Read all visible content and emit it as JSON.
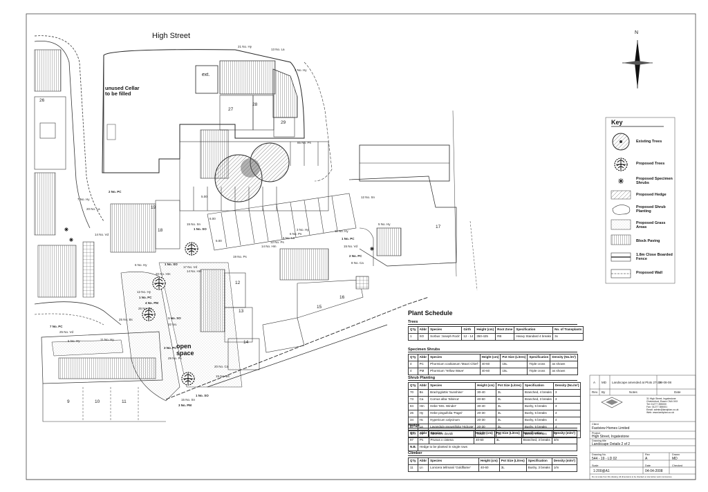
{
  "street": "High Street",
  "north_label": "N",
  "site": {
    "cellar_note": "unused Cellar\nto be filled",
    "ext": "ext.",
    "open_space": "open\nspace",
    "plots": [
      "26",
      "27",
      "28",
      "29",
      "19",
      "18",
      "17",
      "12",
      "13",
      "14",
      "15",
      "16",
      "9",
      "10",
      "11"
    ],
    "dims": [
      "5.00",
      "6.00",
      "5.00"
    ]
  },
  "annotations": {
    "a1": "21 No. Hy",
    "a2": "13 No. La",
    "a3": "3 No. Hy",
    "a4": "85 No. Ps",
    "a5": "2 No. PC",
    "a6": "7 No. Hy",
    "a7": "20 No. La",
    "a8": "14 No. Vd",
    "a9": "15 No. Sn",
    "a10": "1 No. SO",
    "a11": "17 No. Vd",
    "a12": "14 No. Hm",
    "a13": "3 No. Hy",
    "a14": "6 No. Ps",
    "a15": "6 No. La",
    "a16": "12 No. Ps",
    "a17": "14 No. Hm",
    "a18": "19 No. Ps",
    "a19": "1 No. SO",
    "a20": "6 No. Hy",
    "a21": "12 No. Sn",
    "a22": "5 No. Hy",
    "a23": "11 No. Hy",
    "a24": "1 No. PC",
    "a25": "15 No. Vd",
    "a26": "2 No. PC",
    "a27": "8 No. Ca",
    "a28": "1 No. SO",
    "a29": "20 No. Hm",
    "a30": "12 No. Hy",
    "a31": "1 No. PC",
    "a32": "4 No. PM",
    "a33": "25 No. Bs",
    "a34": "1 No. SO",
    "a35": "32 No.",
    "a36": "25 No. Bs",
    "a37": "7 No. PC",
    "a38": "25 No. Vd",
    "a39": "11 No. Hy",
    "a40": "5 No. Hy",
    "a41": "3 No. PC",
    "a42": "29 No. Ps",
    "a43": "20 No. Ca",
    "a44": "15 No. Bs",
    "a45": "15 No. Sn",
    "a46": "3 No. PM",
    "a47": "1 No. SO"
  },
  "key": {
    "title": "Key",
    "items": [
      {
        "label": "Existing Trees",
        "icon": "existing-tree"
      },
      {
        "label": "Proposed Trees",
        "icon": "proposed-tree"
      },
      {
        "label": "Proposed Specimen Shrubs",
        "icon": "asterisk"
      },
      {
        "label": "Proposed Hedge",
        "icon": "hedge"
      },
      {
        "label": "Proposed Shrub Planting",
        "icon": "shrub"
      },
      {
        "label": "Proposed Grass Areas",
        "icon": "grass"
      },
      {
        "label": "Block Paving",
        "icon": "paving"
      },
      {
        "label": "1.8m Close Boarded Fence",
        "icon": "fence"
      },
      {
        "label": "Proposed Wall",
        "icon": "wall"
      }
    ]
  },
  "schedule": {
    "title": "Plant Schedule",
    "trees": {
      "heading": "Trees",
      "cols": [
        "Q'ty",
        "Abbr",
        "Species",
        "Girth",
        "Height (cm)",
        "Root Zone",
        "Specification",
        "No. of Transplants"
      ],
      "rows": [
        [
          "1",
          "SO",
          "Sorbus 'Joseph Rock'",
          "12 - 14",
          "350-425",
          "RB",
          "Heavy Standard 4 breaks",
          "3x"
        ]
      ]
    },
    "specimen": {
      "heading": "Specimen Shrubs",
      "cols": [
        "Q'ty",
        "Abbr",
        "Species",
        "Height (cm)",
        "Pot Size (Litres)",
        "Specification",
        "Density (No./m²)"
      ],
      "rows": [
        [
          "4",
          "PC",
          "Phormium cookianum 'Maori Chief'",
          "40-60",
          "15L",
          "Triple cross",
          "as shown"
        ],
        [
          "4",
          "PM",
          "Phormium 'Yellow Wave'",
          "40-60",
          "15L",
          "Triple cross",
          "as shown"
        ]
      ]
    },
    "shrubs": {
      "heading": "Shrub Planting",
      "cols": [
        "Q'ty",
        "Abbr",
        "Species",
        "Height (cm)",
        "Pot Size (Litres)",
        "Specification",
        "Density (No./m²)"
      ],
      "rows": [
        [
          "70",
          "Bs",
          "Brachyglottis 'Sunshine'",
          "30-40",
          "3L",
          "Branched, 4 breaks",
          "3"
        ],
        [
          "73",
          "Ca",
          "Cornus alba 'Sibirica'",
          "40-60",
          "3L",
          "Branched, 3 breaks",
          "3"
        ],
        [
          "84",
          "Hm",
          "Hebe 'Mrs. Winder'",
          "30-40",
          "3L",
          "Bushy, 5 breaks",
          "3"
        ],
        [
          "26",
          "Hy",
          "Hebe pinguifolia 'Pagei'",
          "20-30",
          "3L",
          "Bushy, 5 breaks",
          "4"
        ],
        [
          "34",
          "Hc",
          "Hypericum calycinum",
          "20-30",
          "3L",
          "Bushy, 5 breaks",
          "4"
        ],
        [
          "67",
          "La",
          "Lavandula angustifolia 'Hidcote'",
          "20-30",
          "3L",
          "Bushy, 5 breaks",
          "4"
        ],
        [
          "74",
          "Vd",
          "Viburnum davidii",
          "30-40",
          "3L",
          "Bushy, 3 breaks",
          "3"
        ]
      ]
    },
    "hedge": {
      "heading": "Hedge",
      "cols": [
        "Q'ty",
        "Abbr",
        "Species",
        "Height (cm)",
        "Pot Size (Litres)",
        "Specification",
        "Density (m/m²)"
      ],
      "rows": [
        [
          "97",
          "Ps",
          "Prunus x cistena",
          "40-60",
          "3L",
          "Branched, 3 breaks",
          "3/m"
        ]
      ],
      "note": [
        "N.B.",
        "Hedge to be planted in single rows"
      ]
    },
    "climber": {
      "heading": "Climber",
      "cols": [
        "Q'ty",
        "Abbr",
        "Species",
        "Height (cm)",
        "Pot Size (Litres)",
        "Specification",
        "Density (m/m²)"
      ],
      "rows": [
        [
          "11",
          "Ln",
          "Lonicera tellmanii 'Goldflame'",
          "40-60",
          "3L",
          "Bushy, 3 breaks",
          "1/m"
        ]
      ]
    }
  },
  "revisions": {
    "row": [
      "A",
      "MD",
      "Landscape amended at Plots 27-29",
      "28-08-08"
    ],
    "header": [
      "Rev.",
      "By",
      "Notes",
      "Date"
    ]
  },
  "title_block": {
    "address": [
      "31 High Street, Ingatestone",
      "Chelmsford, Essex CM4 0XX",
      "Tel: 01277 355000",
      "Fax: 01277 355001",
      "Email: admin@landplan.co.uk",
      "Web: www.landplan.co.uk"
    ],
    "client_label": "Client",
    "client": "Fastview Homes Limited",
    "project_label": "Project",
    "project": "High Street, Ingatestone",
    "title_label": "Drawing title",
    "title": "Landscape Details 2 of 2",
    "drawing_no_label": "Drawing No.",
    "drawing_no": "544 - 19 - LD 02",
    "rev_label": "Rev",
    "rev": "A",
    "drawn_label": "Drawn",
    "drawn": "MD",
    "scale_label": "Scale",
    "scale": "1:200@A1",
    "date_label": "Date",
    "date": "04-04-2008",
    "checked_label": "Checked",
    "footnote": "Do not scale from this drawing. All dimensions to be checked on site before work commences."
  }
}
